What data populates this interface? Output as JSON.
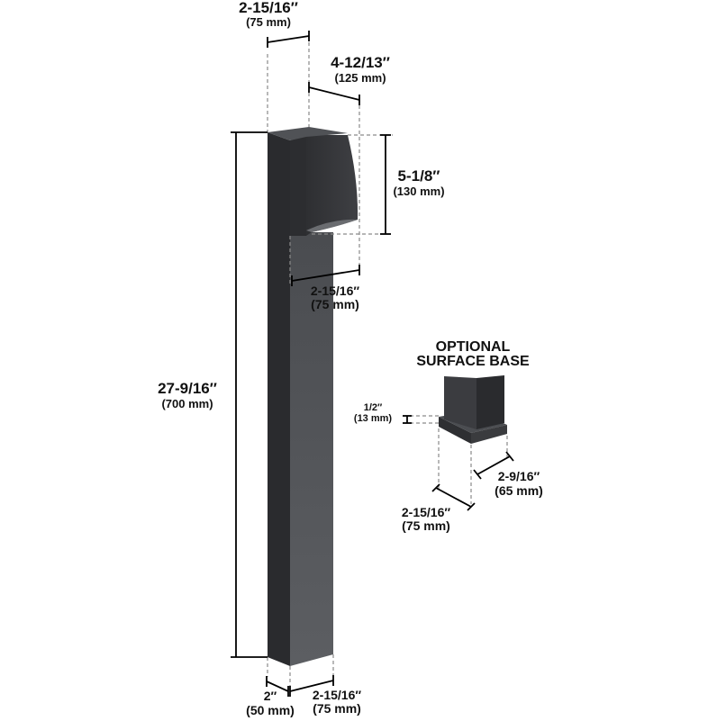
{
  "dimensions": {
    "post_top_width": {
      "imperial": "2-15/16″",
      "metric": "(75 mm)"
    },
    "head_depth": {
      "imperial": "4-12/13″",
      "metric": "(125 mm)"
    },
    "head_height": {
      "imperial": "5-1/8″",
      "metric": "(130 mm)"
    },
    "head_bottom_width": {
      "imperial": "2-15/16″",
      "metric": "(75 mm)"
    },
    "overall_height": {
      "imperial": "27-9/16″",
      "metric": "(700 mm)"
    },
    "base_depth": {
      "imperial": "2″",
      "metric": "(50 mm)"
    },
    "base_width": {
      "imperial": "2-15/16″",
      "metric": "(75 mm)"
    }
  },
  "surface_base": {
    "title_line1": "OPTIONAL",
    "title_line2": "SURFACE BASE",
    "plate_thickness": {
      "imperial": "1/2″",
      "metric": "(13 mm)"
    },
    "plate_depth": {
      "imperial": "2-9/16″",
      "metric": "(65 mm)"
    },
    "plate_width": {
      "imperial": "2-15/16″",
      "metric": "(75 mm)"
    }
  },
  "colors": {
    "post_front": "#585a5e",
    "post_side": "#2c2d30",
    "dimension_line": "#000000",
    "extension_line": "#8a8a8a"
  }
}
